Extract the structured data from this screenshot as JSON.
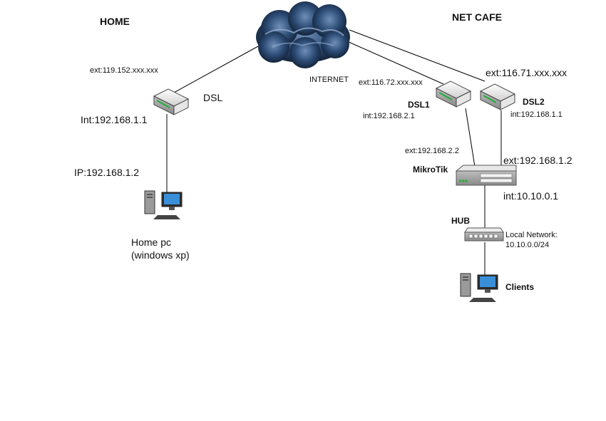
{
  "home": {
    "title": "HOME",
    "ext_ip": "ext:119.152.xxx.xxx",
    "dsl_label": "DSL",
    "int_ip": "Int:192.168.1.1",
    "pc_ip": "IP:192.168.1.2",
    "pc_label": "Home pc\n(windows xp)"
  },
  "internet": {
    "label": "INTERNET"
  },
  "netcafe": {
    "title": "NET CAFE",
    "dsl1": {
      "label": "DSL1",
      "ext_ip": "ext:116.72.xxx.xxx",
      "int_ip": "int:192.168.2.1"
    },
    "dsl2": {
      "label": "DSL2",
      "ext_ip": "ext:116.71.xxx.xxx",
      "int_ip": "int:192.168.1.1"
    },
    "mikrotik": {
      "label": "MikroTik",
      "ext_ip_1": "ext:192.168.2.2",
      "ext_ip_2": "ext:192.168.1.2",
      "int_ip": "int:10.10.0.1"
    },
    "hub": {
      "label": "HUB",
      "network": "Local Network:\n10.10.0.0/24"
    },
    "clients": {
      "label": "Clients"
    }
  },
  "colors": {
    "cloud_dark": "#0f1c2e",
    "cloud_mid": "#2b4a73",
    "cloud_light": "#6f8fb8",
    "device_green": "#1fae3a",
    "monitor_blue": "#3a8fd9"
  }
}
